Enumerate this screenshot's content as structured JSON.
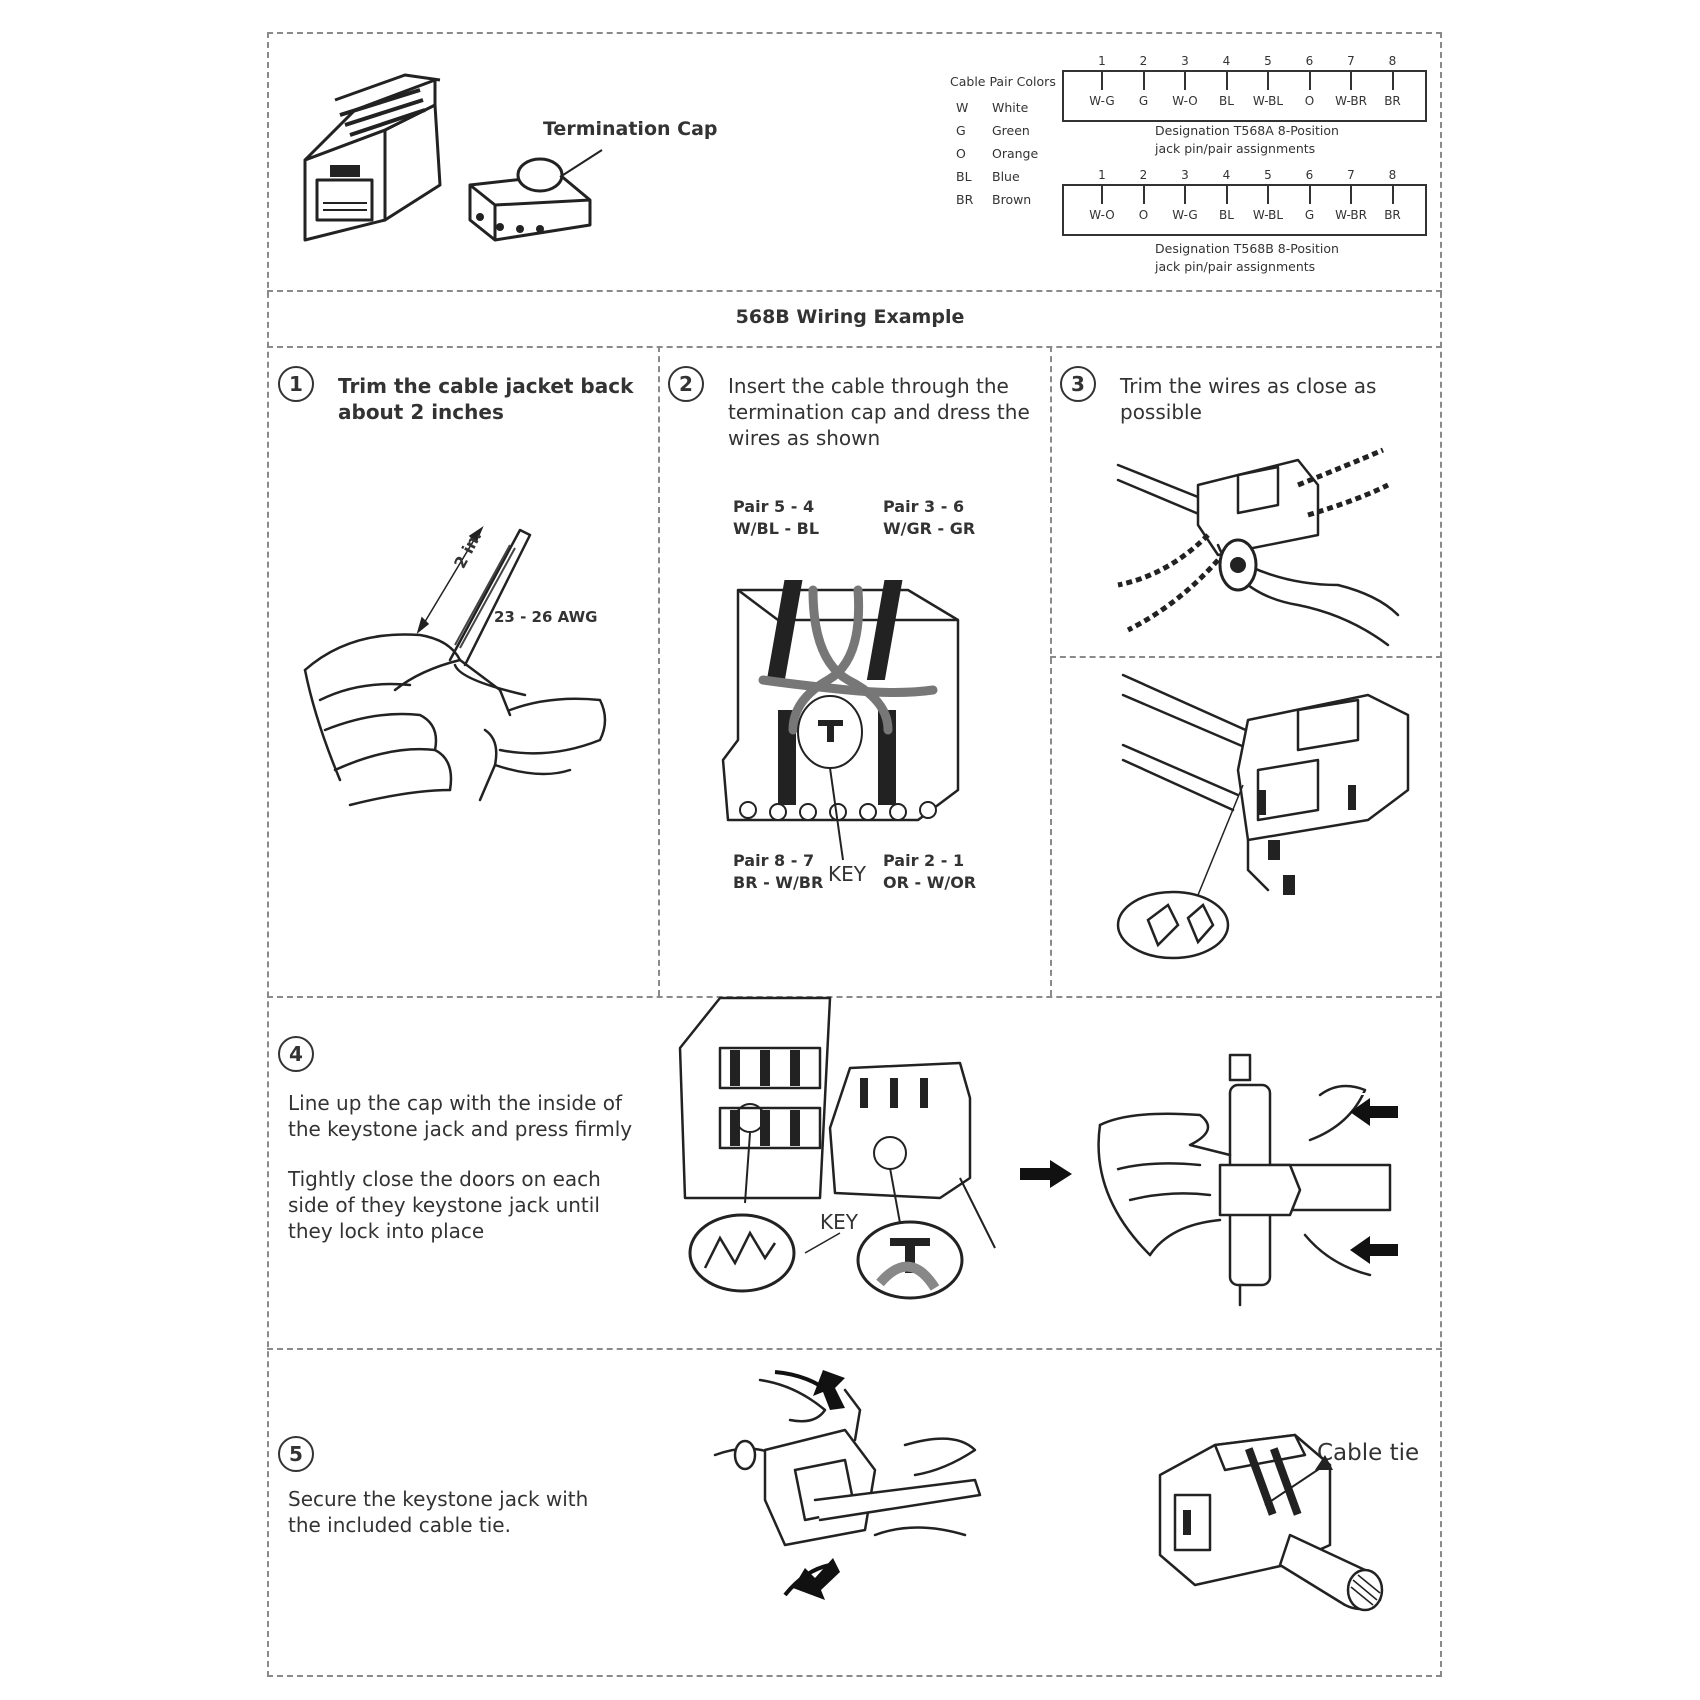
{
  "header": {
    "termination_cap_label": "Termination Cap",
    "legend": {
      "title": "Cable Pair Colors",
      "rows": [
        {
          "code": "W",
          "name": "White"
        },
        {
          "code": "G",
          "name": "Green"
        },
        {
          "code": "O",
          "name": "Orange"
        },
        {
          "code": "BL",
          "name": "Blue"
        },
        {
          "code": "BR",
          "name": "Brown"
        }
      ]
    },
    "t568a": {
      "numbers": [
        "1",
        "2",
        "3",
        "4",
        "5",
        "6",
        "7",
        "8"
      ],
      "pins": [
        "W-G",
        "G",
        "W-O",
        "BL",
        "W-BL",
        "O",
        "W-BR",
        "BR"
      ],
      "caption_line1": "Designation T568A 8-Position",
      "caption_line2": "jack pin/pair assignments"
    },
    "t568b": {
      "numbers": [
        "1",
        "2",
        "3",
        "4",
        "5",
        "6",
        "7",
        "8"
      ],
      "pins": [
        "W-O",
        "O",
        "W-G",
        "BL",
        "W-BL",
        "G",
        "W-BR",
        "BR"
      ],
      "caption_line1": "Designation T568B 8-Position",
      "caption_line2": "jack pin/pair assignments"
    }
  },
  "section_title": "568B Wiring Example",
  "steps": {
    "s1": {
      "number": "1",
      "line1": "Trim the cable jacket back",
      "line2": "about 2 inches",
      "dim_label": "2 in.",
      "awg_label": "23 - 26  AWG"
    },
    "s2": {
      "number": "2",
      "line1": "Insert the cable through the",
      "line2": "termination cap and dress the",
      "line3": "wires as shown",
      "pair54_a": "Pair 5 - 4",
      "pair54_b": "W/BL - BL",
      "pair36_a": "Pair 3 - 6",
      "pair36_b": "W/GR - GR",
      "pair87_a": "Pair 8 - 7",
      "pair87_b": "BR - W/BR",
      "pair21_a": "Pair 2 - 1",
      "pair21_b": "OR - W/OR",
      "key": "KEY"
    },
    "s3": {
      "number": "3",
      "line1": "Trim the wires as close as",
      "line2": "possible"
    },
    "s4": {
      "number": "4",
      "line1": "Line up the cap with the inside of",
      "line2": "the keystone jack and press firmly",
      "line3": "Tightly close the doors on each",
      "line4": "side of they keystone jack until",
      "line5": "they lock into place",
      "key": "KEY"
    },
    "s5": {
      "number": "5",
      "line1": "Secure the keystone jack with",
      "line2": "the included cable tie.",
      "cable_tie": "Cable tie"
    }
  }
}
